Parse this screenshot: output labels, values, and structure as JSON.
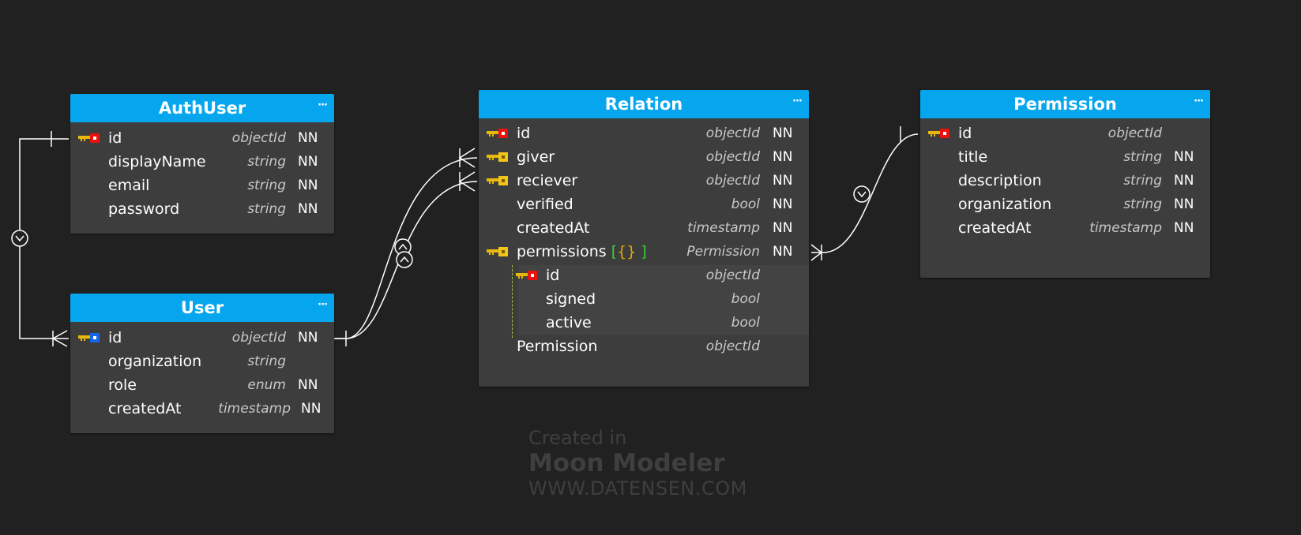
{
  "entities": {
    "authuser": {
      "title": "AuthUser",
      "menu": "···",
      "columns": [
        {
          "name": "id",
          "type": "objectId",
          "nn": "NN",
          "key": "primary"
        },
        {
          "name": "displayName",
          "type": "string",
          "nn": "NN"
        },
        {
          "name": "email",
          "type": "string",
          "nn": "NN"
        },
        {
          "name": "password",
          "type": "string",
          "nn": "NN"
        }
      ]
    },
    "user": {
      "title": "User",
      "menu": "···",
      "columns": [
        {
          "name": "id",
          "type": "objectId",
          "nn": "NN",
          "key": "primary-foreign"
        },
        {
          "name": "organization",
          "type": "string",
          "nn": ""
        },
        {
          "name": "role",
          "type": "enum",
          "nn": "NN"
        },
        {
          "name": "createdAt",
          "type": "timestamp",
          "nn": "NN"
        }
      ]
    },
    "relation": {
      "title": "Relation",
      "menu": "···",
      "columns": [
        {
          "name": "id",
          "type": "objectId",
          "nn": "NN",
          "key": "primary"
        },
        {
          "name": "giver",
          "type": "objectId",
          "nn": "NN",
          "key": "foreign"
        },
        {
          "name": "reciever",
          "type": "objectId",
          "nn": "NN",
          "key": "foreign"
        },
        {
          "name": "verified",
          "type": "bool",
          "nn": "NN"
        },
        {
          "name": "createdAt",
          "type": "timestamp",
          "nn": "NN"
        },
        {
          "name": "permissions",
          "type": "Permission",
          "nn": "NN",
          "key": "foreign",
          "braces_open": "[",
          "braces_inner": "{}",
          "braces_close": "]"
        },
        {
          "name": "id",
          "type": "objectId",
          "nn": "",
          "key": "primary",
          "nested": true
        },
        {
          "name": "signed",
          "type": "bool",
          "nn": "",
          "nested": true
        },
        {
          "name": "active",
          "type": "bool",
          "nn": "",
          "nested": true
        },
        {
          "name": "Permission",
          "type": "objectId",
          "nn": ""
        }
      ]
    },
    "permission": {
      "title": "Permission",
      "menu": "···",
      "columns": [
        {
          "name": "id",
          "type": "objectId",
          "nn": "",
          "key": "primary"
        },
        {
          "name": "title",
          "type": "string",
          "nn": "NN"
        },
        {
          "name": "description",
          "type": "string",
          "nn": "NN"
        },
        {
          "name": "organization",
          "type": "string",
          "nn": "NN"
        },
        {
          "name": "createdAt",
          "type": "timestamp",
          "nn": "NN"
        }
      ]
    }
  },
  "watermark": {
    "line1": "Created in",
    "line2": "Moon Modeler",
    "line3": "WWW.DATENSEN.COM"
  },
  "colors": {
    "background": "#212121",
    "entity_body": "#3d3d3d",
    "header": "#06a6ee",
    "primary_key": "#e8130f",
    "foreign_key": "#f0c419",
    "pf_key": "#1565e8"
  }
}
